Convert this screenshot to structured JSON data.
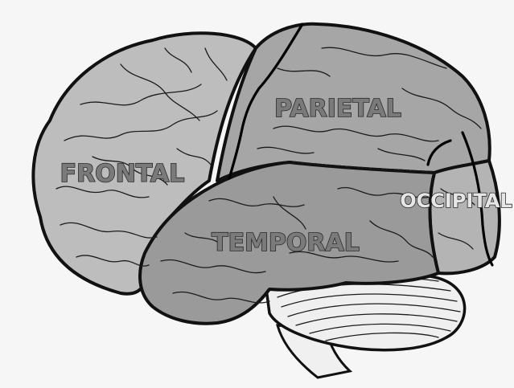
{
  "diagram": {
    "labels": {
      "frontal": "FRONTAL",
      "parietal": "PARIETAL",
      "occipital": "OCCIPITAL",
      "temporal": "TEMPORAL"
    }
  },
  "colors": {
    "background": "#f6f6f6",
    "frontal_fill": "#bdbdbd",
    "parietal_fill": "#a6a6a6",
    "occipital_fill": "#b4b4b4",
    "temporal_fill": "#9a9a9a",
    "cerebellum_fill": "#efefef",
    "outline": "#111111",
    "label_fill_dark": "#7a7a7a",
    "label_fill_light": "#e6e6e6",
    "label_stroke": "#2a2a2a"
  }
}
